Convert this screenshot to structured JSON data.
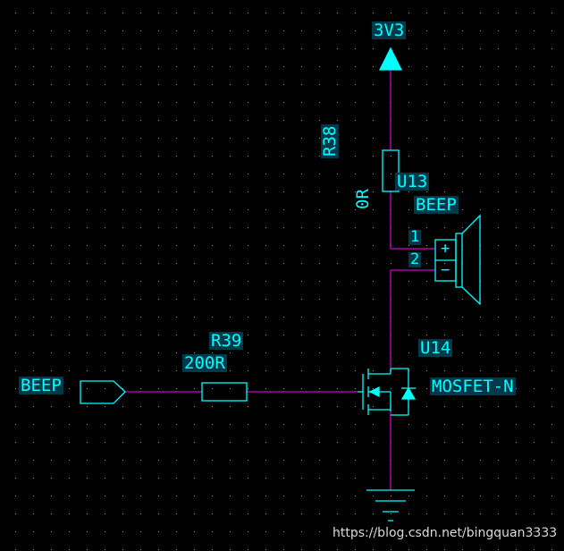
{
  "labels": {
    "power": "3V3",
    "r38_ref": "R38",
    "r38_val": "0R",
    "u13_ref": "U13",
    "u13_val": "BEEP",
    "pin1": "1",
    "pin2": "2",
    "plus": "+",
    "minus": "−",
    "r39_ref": "R39",
    "r39_val": "200R",
    "u14_ref": "U14",
    "u14_val": "MOSFET-N",
    "net_in": "BEEP"
  },
  "watermark": "https://blog.csdn.net/bingquan3333",
  "colors": {
    "background": "#000000",
    "wire": "#cc00cc",
    "component": "#00ffff",
    "label_bg": "#003a4a",
    "grid": "#8a8a8a"
  }
}
